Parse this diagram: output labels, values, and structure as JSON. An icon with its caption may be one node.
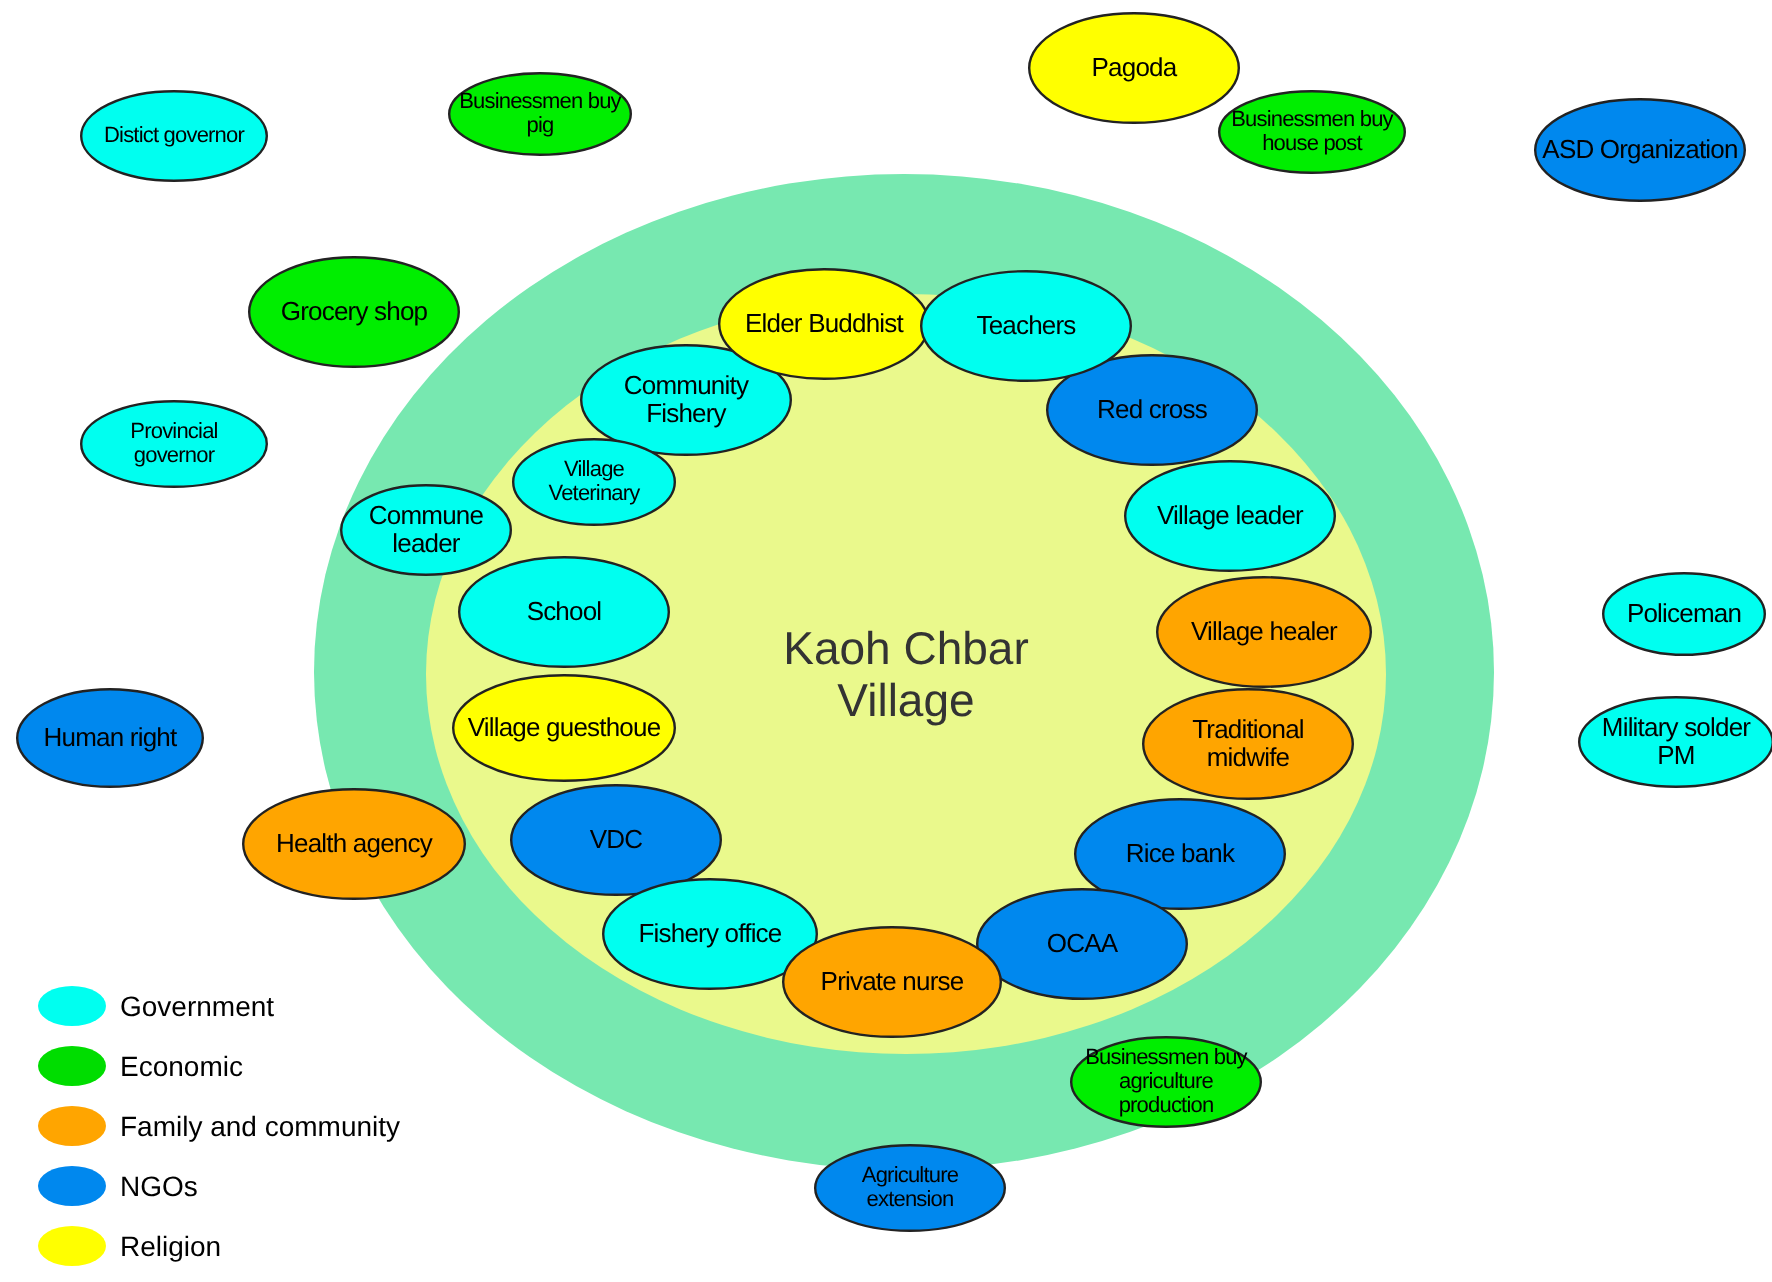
{
  "diagram": {
    "nodes": [
      {
        "text": [],
        "shape": "circle"
      },
      {
        "text": [
          "Kaoh Chbar Village"
        ],
        "in": 0
      },
      {
        "text": [
          "Distict governor"
        ]
      },
      {
        "text": [
          "Businessmen buy pig"
        ]
      },
      {
        "text": [
          "Pagoda"
        ]
      },
      {
        "text": [
          "Businessmen buy house post"
        ]
      },
      {
        "text": [
          "ASD Organization"
        ]
      },
      {
        "text": [
          "Grocery shop"
        ]
      },
      {
        "text": [
          "Elder Buddhist"
        ],
        "in": 0
      },
      {
        "text": [
          "Teachers"
        ],
        "in": 0
      },
      {
        "text": [
          "Community Fishery"
        ],
        "in": 1
      },
      {
        "text": [
          "Red cross"
        ],
        "in": 1
      },
      {
        "text": [
          "Provincial governor"
        ]
      },
      {
        "text": [
          "Village Veterinary"
        ],
        "in": 1
      },
      {
        "text": [
          "Village leader"
        ],
        "in": 1
      },
      {
        "text": [
          "Commune leader"
        ],
        "in": 0
      },
      {
        "text": [
          "School"
        ],
        "in": 1
      },
      {
        "text": [
          "Policeman"
        ]
      },
      {
        "text": [
          "Village healer"
        ],
        "in": 1
      },
      {
        "text": [
          "Human right"
        ]
      },
      {
        "text": [
          "Village guesthoue"
        ],
        "in": 1
      },
      {
        "text": [
          "Traditional midwife"
        ],
        "in": 1
      },
      {
        "text": [
          "Military solder PM"
        ]
      },
      {
        "text": [
          "Health agency"
        ]
      },
      {
        "text": [
          "VDC"
        ],
        "in": 1
      },
      {
        "text": [
          "Rice bank"
        ],
        "in": 1
      },
      {
        "text": [
          "Fishery office"
        ],
        "in": 1
      },
      {
        "text": [
          "OCAA"
        ],
        "in": 1
      },
      {
        "text": [
          "Private nurse"
        ],
        "in": 1
      },
      {
        "text": [
          "Businessmen buy agriculture production"
        ],
        "in": 0
      },
      {
        "text": [
          "Agriculture extension"
        ]
      }
    ],
    "legend": [
      {
        "text": "Government",
        "color": "#00fff0"
      },
      {
        "text": "Economic",
        "color": "#00dd00"
      },
      {
        "text": "Family and community",
        "color": "#ffa500"
      },
      {
        "text": "NGOs",
        "color": "#0088ee"
      },
      {
        "text": "Religion",
        "color": "#ffff00"
      }
    ]
  }
}
